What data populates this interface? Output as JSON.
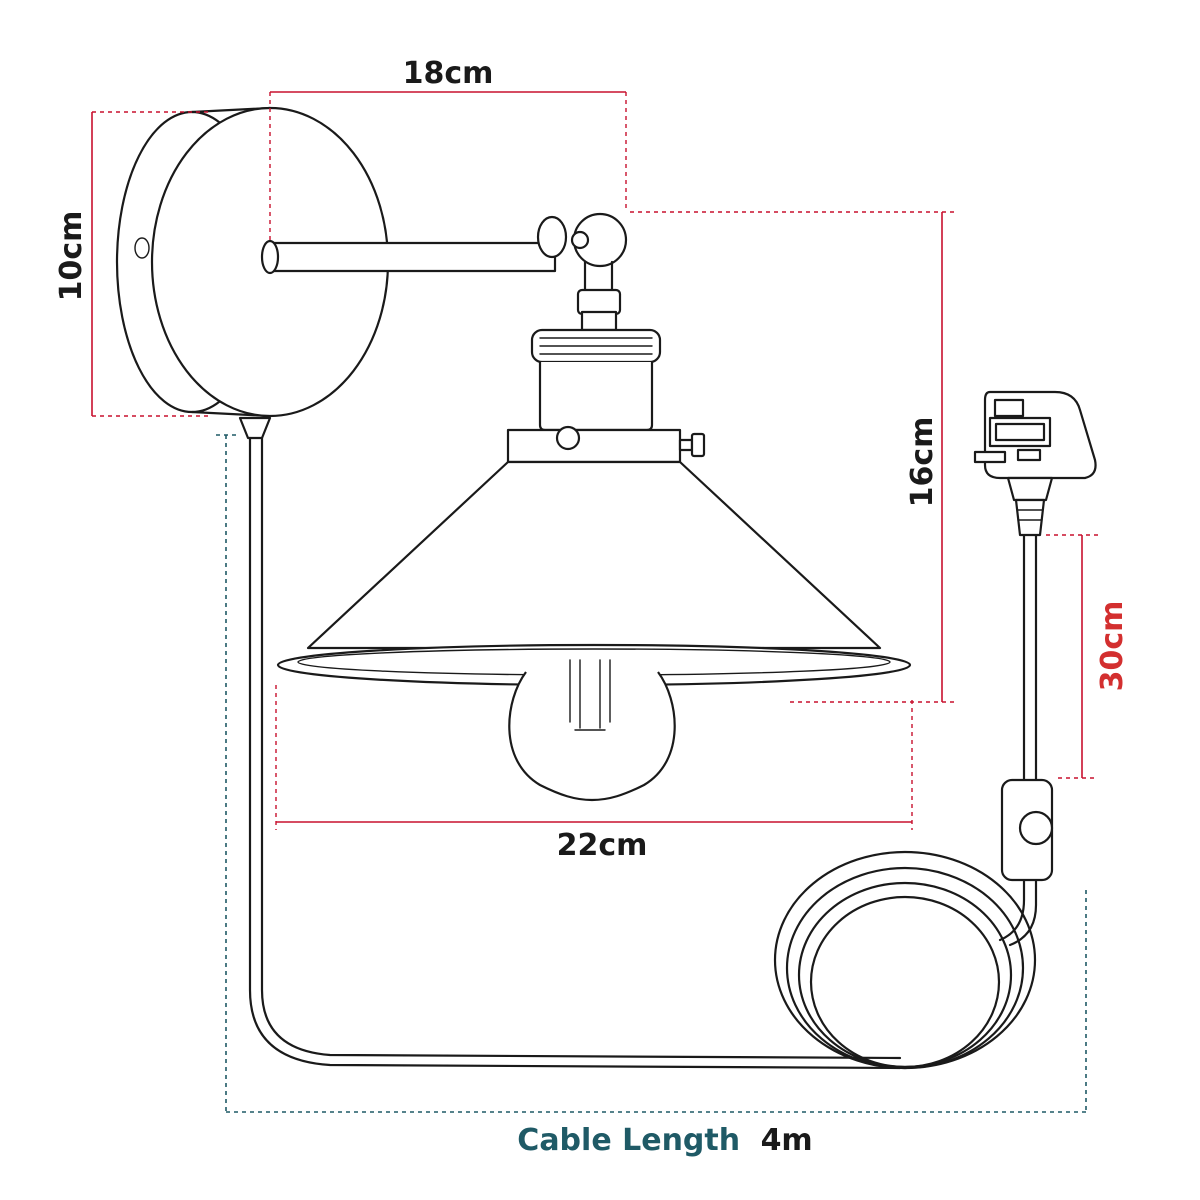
{
  "dimensions": {
    "top_width": "18cm",
    "backplate_height": "10cm",
    "shade_height": "16cm",
    "shade_width": "22cm",
    "switch_distance": "30cm"
  },
  "cable": {
    "label": "Cable Length",
    "value": "4m"
  },
  "colors": {
    "dimension_line": "#c8102e",
    "highlight_dimension": "#d32f2f",
    "cable_label": "#1f5a66",
    "ink": "#1a1a1a"
  }
}
